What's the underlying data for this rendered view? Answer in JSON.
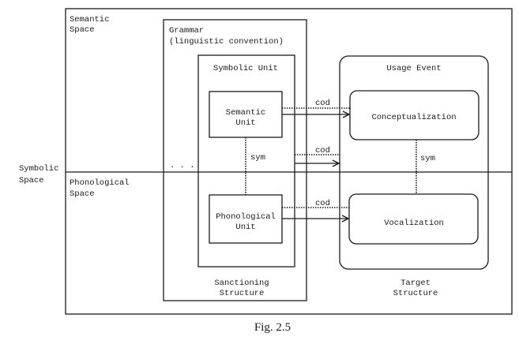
{
  "figure": {
    "caption": "Fig. 2.5",
    "outer_labels": {
      "symbolic_space": [
        "Symbolic",
        "Space"
      ],
      "semantic_space": [
        "Semantic",
        "Space"
      ],
      "phonological_space": [
        "Phonological",
        "Space"
      ]
    },
    "grammar": {
      "title": [
        "Grammar",
        "(linguistic convention)"
      ],
      "ellipsis": ". . .",
      "footer": [
        "Sanctioning",
        "Structure"
      ]
    },
    "symbolic_unit": {
      "title": "Symbolic Unit",
      "semantic_unit": [
        "Semantic",
        "Unit"
      ],
      "phonological_unit": [
        "Phonological",
        "Unit"
      ],
      "link_label": "sym"
    },
    "usage_event": {
      "title": "Usage Event",
      "conceptualization": "Conceptualization",
      "vocalization": "Vocalization",
      "link_label": "sym",
      "footer": [
        "Target",
        "Structure"
      ]
    },
    "relations": [
      {
        "label": "cod",
        "from": "Semantic Unit",
        "to": "Conceptualization"
      },
      {
        "label": "cod",
        "from": "Symbolic Unit",
        "to": "Usage Event"
      },
      {
        "label": "cod",
        "from": "Phonological Unit",
        "to": "Vocalization"
      }
    ]
  }
}
